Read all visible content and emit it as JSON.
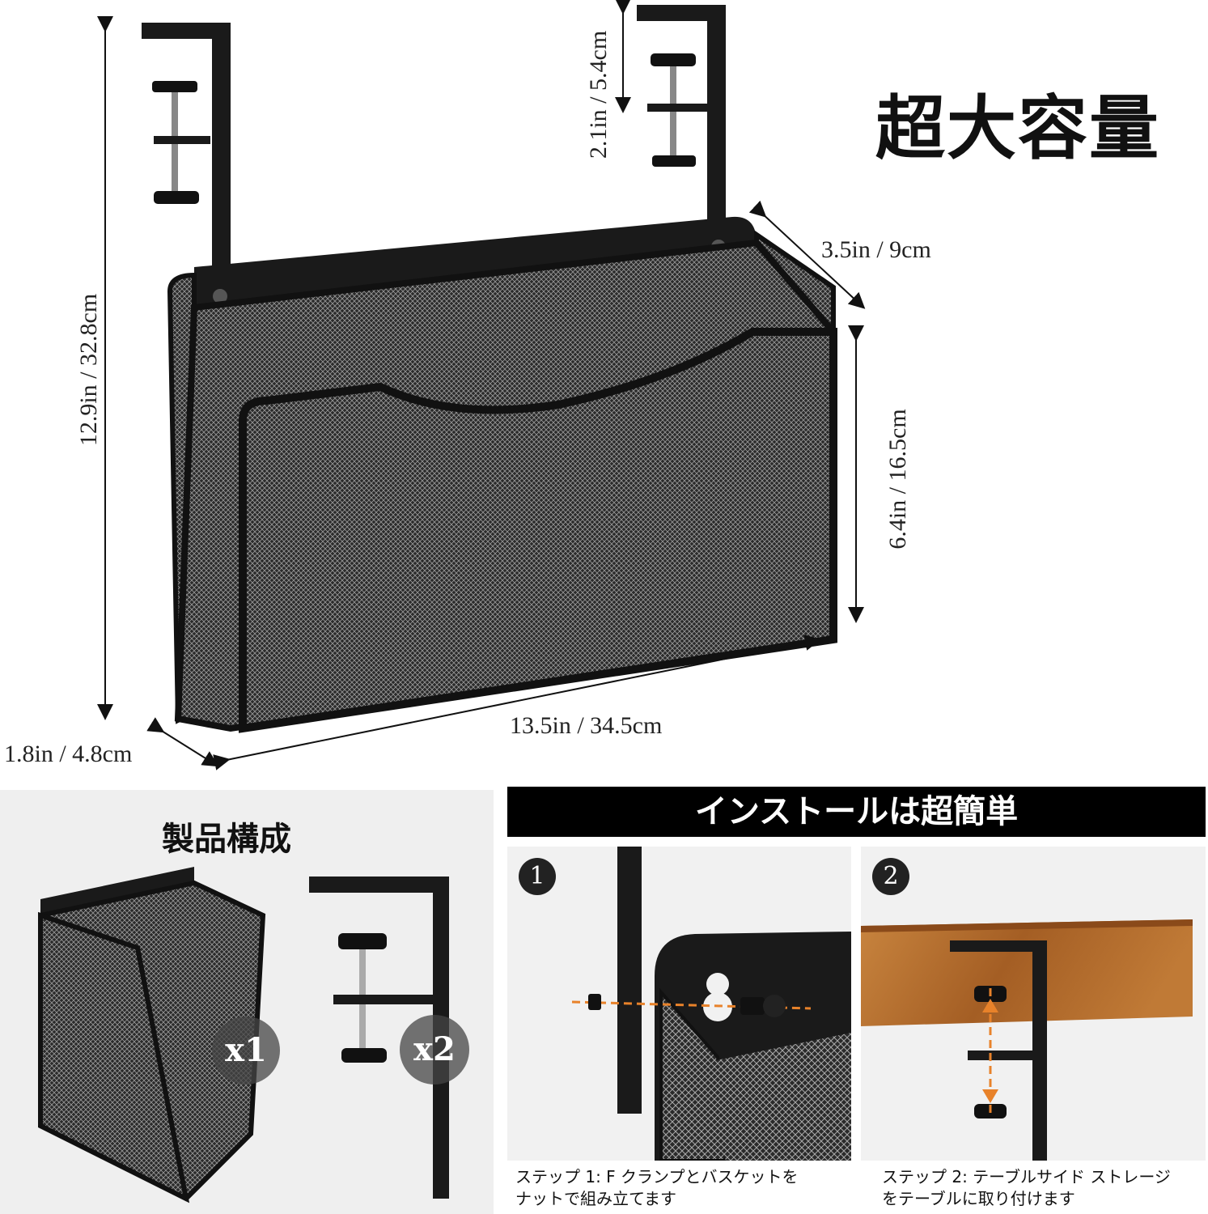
{
  "headline": "超大容量",
  "dimensions": {
    "height_total": "12.9in / 32.8cm",
    "clamp_height": "2.1in / 5.4cm",
    "depth_top": "3.5in / 9cm",
    "basket_height": "6.4in / 16.5cm",
    "width": "13.5in / 34.5cm",
    "depth_bottom": "1.8in / 4.8cm"
  },
  "contents": {
    "title": "製品構成",
    "basket_qty": "x1",
    "clamp_qty": "x2"
  },
  "install": {
    "banner": "インストールは超簡単",
    "steps": [
      {
        "number": "1",
        "caption_line1": "ステップ 1: F クランプとバスケットを",
        "caption_line2": "ナットで組み立てます"
      },
      {
        "number": "2",
        "caption_line1": "ステップ 2: テーブルサイド ストレージ",
        "caption_line2": "をテーブルに取り付けます"
      }
    ]
  },
  "colors": {
    "product": "#1a1a1a",
    "wood": "#b06a2c",
    "arrow_orange": "#e8822a"
  }
}
